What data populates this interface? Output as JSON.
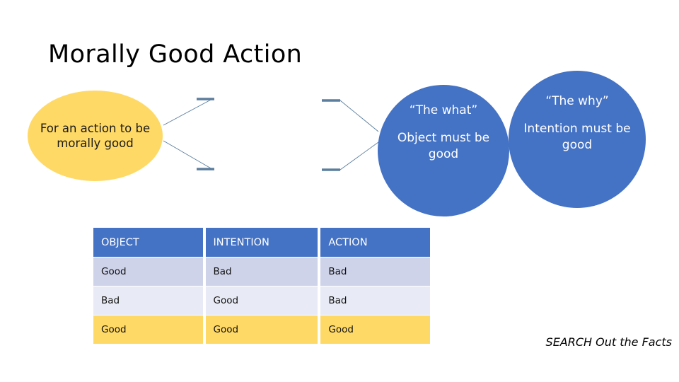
{
  "slide": {
    "title": "Morally Good Action",
    "footer": "SEARCH Out the Facts"
  },
  "premise": {
    "text": "For an action to be morally good",
    "color": "#FFD966"
  },
  "conditions": [
    {
      "quote": "“The what”",
      "body": "Object must be good",
      "color": "#4472C4"
    },
    {
      "quote": "“The why”",
      "body": "Intention must be good",
      "color": "#4472C4"
    }
  ],
  "table": {
    "headers": [
      "OBJECT",
      "INTENTION",
      "ACTION"
    ],
    "rows": [
      [
        "Good",
        "Bad",
        "Bad"
      ],
      [
        "Bad",
        "Good",
        "Bad"
      ],
      [
        "Good",
        "Good",
        "Good"
      ]
    ],
    "header_color": "#4472C4",
    "row_colors": [
      "#CED3EA",
      "#E8EBF5",
      "#FFD966"
    ]
  }
}
